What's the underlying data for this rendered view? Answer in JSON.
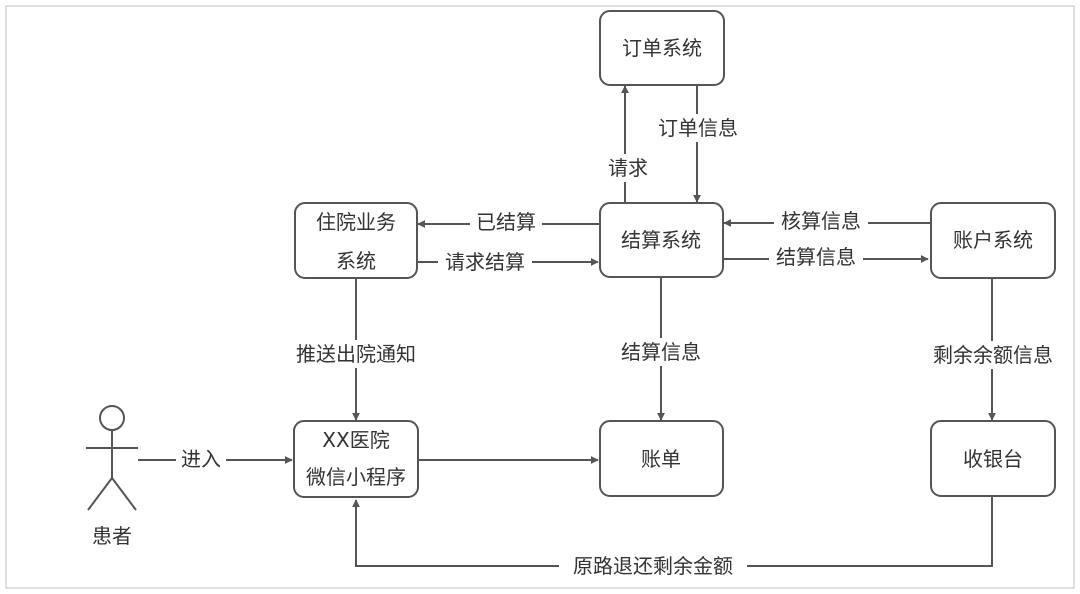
{
  "nodes": {
    "order_system": {
      "label": "订单系统"
    },
    "settlement_system": {
      "label": "结算系统"
    },
    "inpatient_system": {
      "lines": [
        "住院业务",
        "系统"
      ]
    },
    "account_system": {
      "label": "账户系统"
    },
    "mini_program": {
      "lines": [
        "XX医院",
        "微信小程序"
      ]
    },
    "bill": {
      "label": "账单"
    },
    "cashier": {
      "label": "收银台"
    },
    "patient": {
      "label": "患者"
    }
  },
  "edges": {
    "order_info": "订单信息",
    "request": "请求",
    "settled": "已结算",
    "request_settlement": "请求结算",
    "verify_info": "核算信息",
    "settlement_info_to_account": "结算信息",
    "discharge_notice": "推送出院通知",
    "settlement_info_to_bill": "结算信息",
    "remaining_balance_info": "剩余余额信息",
    "enter": "进入",
    "refund_original_route": "原路退还剩余金额"
  }
}
